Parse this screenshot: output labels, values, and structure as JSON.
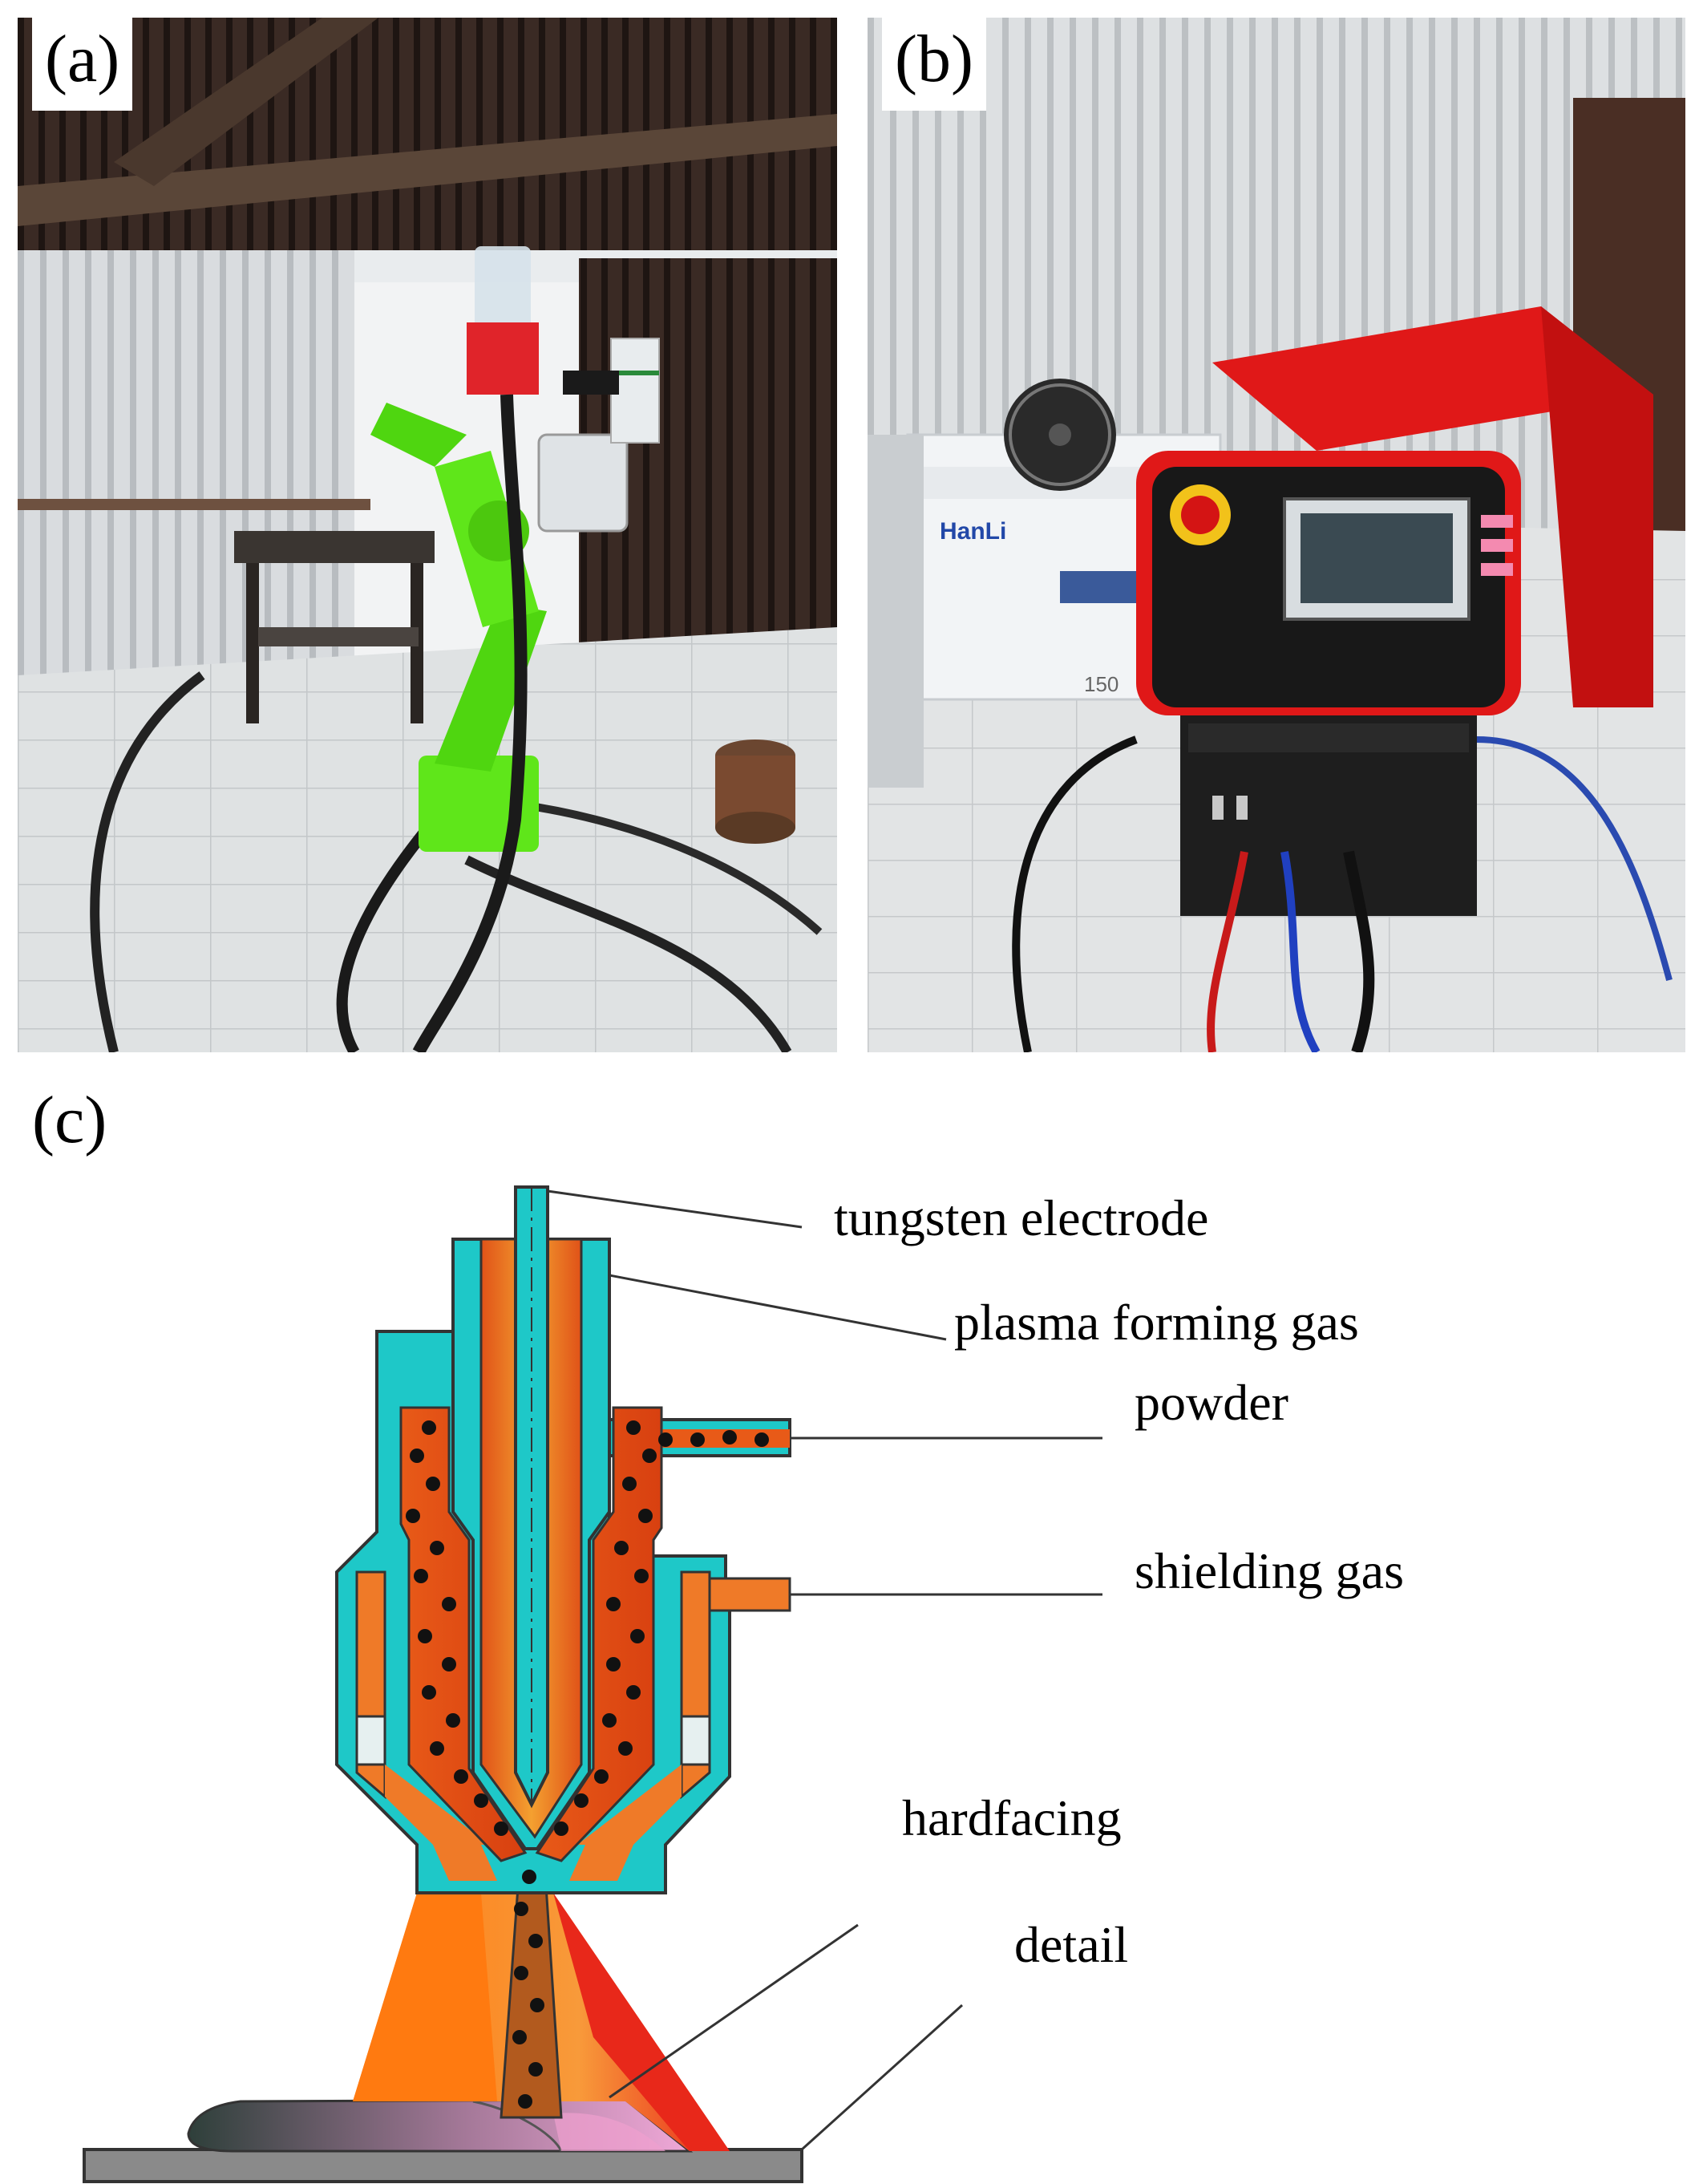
{
  "panels": {
    "a": {
      "label": "(a)"
    },
    "b": {
      "label": "(b)",
      "chiller_brand": "HanLi",
      "chiller_number": "150"
    },
    "c": {
      "label": "(c)"
    }
  },
  "callouts": {
    "tungsten": "tungsten electrode",
    "plasma": "plasma forming gas",
    "powder": "powder",
    "shielding": "shielding gas",
    "hardfacing": "hardfacing",
    "detail": "detail"
  },
  "colors": {
    "nozzle_cyan": "#1ec8c8",
    "channel_orange": "#e8621c",
    "plasma_red": "#e02010",
    "robot_green": "#5fe61a",
    "machine_red": "#e01818"
  }
}
